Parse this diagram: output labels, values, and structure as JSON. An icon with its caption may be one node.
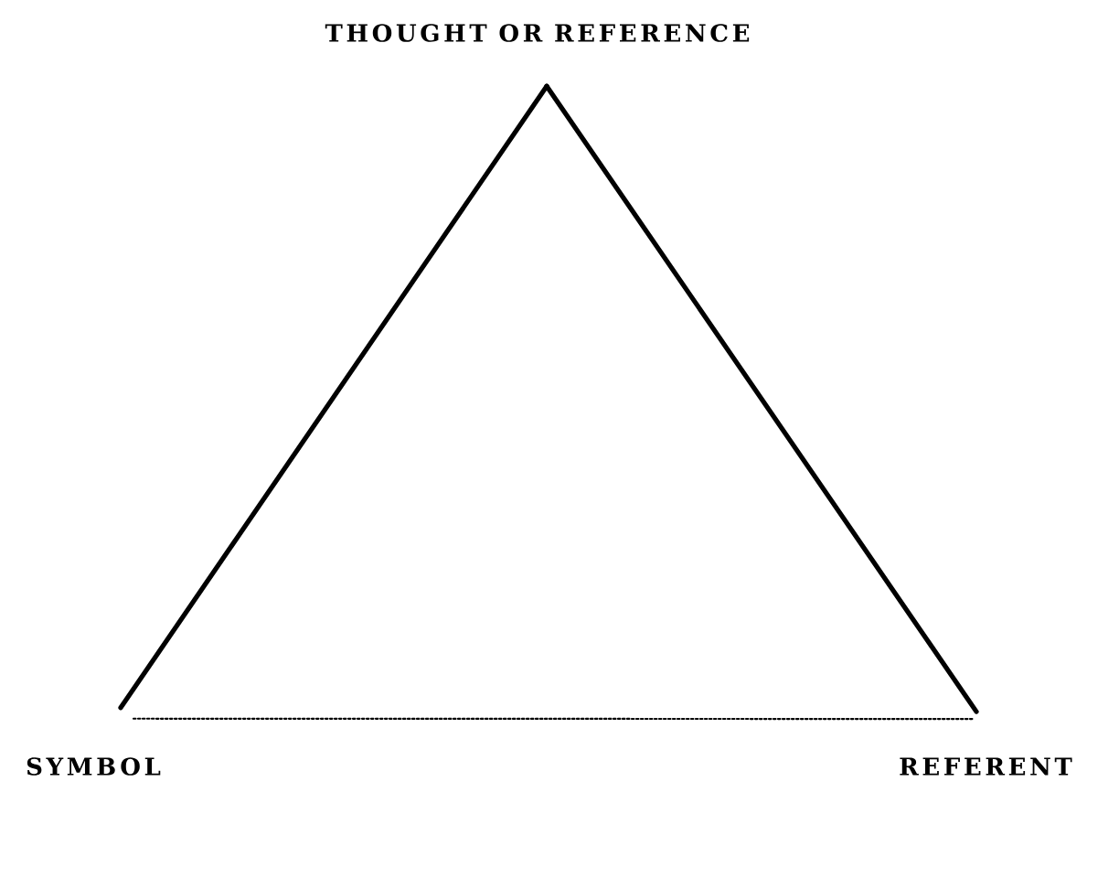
{
  "diagram": {
    "nodes": [
      {
        "text": [
          "THOUGHT OR REFERENCE"
        ]
      },
      {
        "text": [
          "SYMBOL"
        ]
      },
      {
        "text": [
          "REFERENT"
        ]
      }
    ],
    "edges": [
      {
        "from": 1,
        "to": 0,
        "arrow": "none"
      },
      {
        "from": 0,
        "to": 2,
        "arrow": "none"
      },
      {
        "from": 1,
        "to": 2,
        "arrow": "none",
        "style": "dashed"
      }
    ]
  }
}
